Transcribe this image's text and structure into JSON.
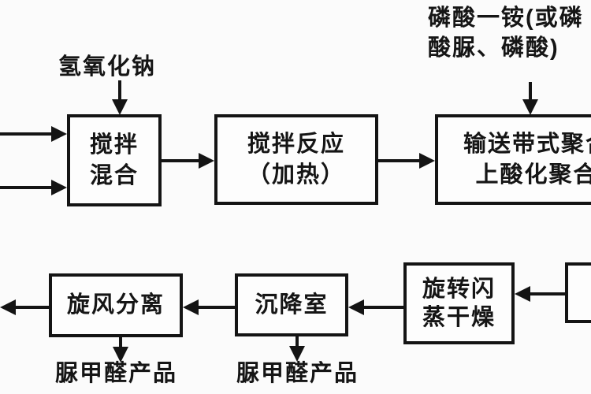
{
  "diagram": {
    "title_hint": "urea-formaldehyde / phosphate polymerization process flowchart",
    "colors": {
      "line": "#141414",
      "box_fill": "#fdfdfd",
      "background": "#fbfbfb",
      "text": "#151515"
    },
    "nodes": [
      {
        "id": "mix",
        "lines": [
          "搅拌",
          "混合"
        ]
      },
      {
        "id": "react",
        "lines": [
          "搅拌反应",
          "（加热）"
        ]
      },
      {
        "id": "conveyor",
        "lines": [
          "输送带式聚合",
          "上酸化聚合"
        ],
        "truncated_right": true
      },
      {
        "id": "cyclone",
        "lines": [
          "旋风分离"
        ]
      },
      {
        "id": "settling",
        "lines": [
          "沉降室"
        ]
      },
      {
        "id": "flash",
        "lines": [
          "旋转闪",
          "蒸干燥"
        ]
      },
      {
        "id": "rightcut",
        "lines": [],
        "truncated_right": true
      }
    ],
    "annotations": {
      "naoh": "氢氧化钠",
      "phosphate_line1": "磷酸一铵(或磷",
      "phosphate_line2": "酸脲、磷酸)",
      "product_left": "脲甲醛产品",
      "product_middle": "脲甲醛产品"
    },
    "edges": [
      {
        "from": "offscreen-left-input-1",
        "to": "mix"
      },
      {
        "from": "offscreen-left-input-2",
        "to": "mix"
      },
      {
        "from": "naoh-label",
        "to": "mix"
      },
      {
        "from": "mix",
        "to": "react"
      },
      {
        "from": "react",
        "to": "conveyor"
      },
      {
        "from": "phosphate-label",
        "to": "conveyor"
      },
      {
        "from": "rightcut",
        "to": "flash"
      },
      {
        "from": "flash",
        "to": "settling"
      },
      {
        "from": "settling",
        "to": "cyclone"
      },
      {
        "from": "cyclone",
        "to": "offscreen-left"
      },
      {
        "from": "cyclone",
        "to": "product_left"
      },
      {
        "from": "settling",
        "to": "product_middle"
      }
    ]
  }
}
